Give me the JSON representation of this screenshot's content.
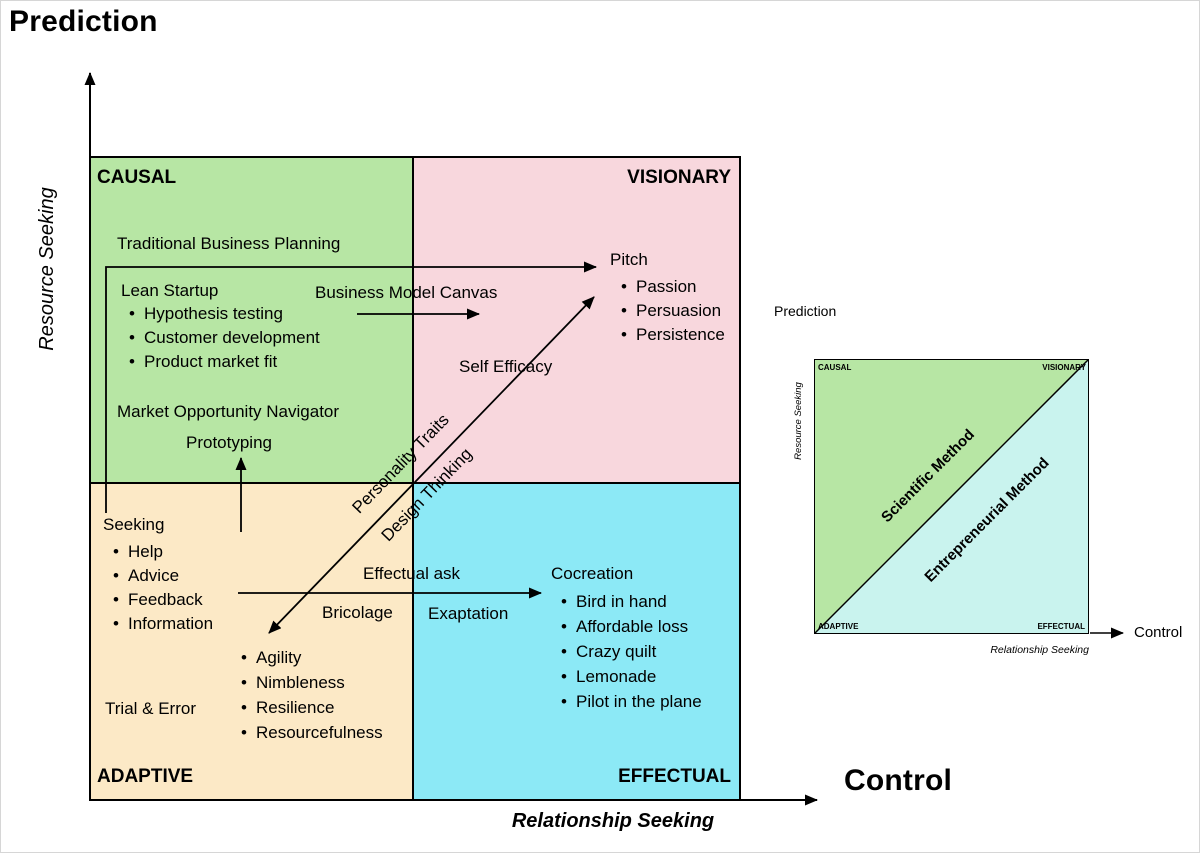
{
  "axes": {
    "prediction": "Prediction",
    "control": "Control",
    "resource_seeking": "Resource Seeking",
    "relationship_seeking": "Relationship Seeking"
  },
  "quadrants": {
    "causal": {
      "label": "CAUSAL",
      "traditional_business_planning": "Traditional Business Planning",
      "lean_startup": {
        "title": "Lean Startup",
        "bullets": [
          "Hypothesis testing",
          "Customer development",
          "Product market fit"
        ]
      },
      "business_model_canvas": "Business Model Canvas",
      "market_opportunity_navigator": "Market Opportunity Navigator",
      "prototyping": "Prototyping"
    },
    "visionary": {
      "label": "VISIONARY",
      "pitch": {
        "title": "Pitch",
        "bullets": [
          "Passion",
          "Persuasion",
          "Persistence"
        ]
      },
      "self_efficacy": "Self Efficacy"
    },
    "adaptive": {
      "label": "ADAPTIVE",
      "seeking": {
        "title": "Seeking",
        "bullets": [
          "Help",
          "Advice",
          "Feedback",
          "Information"
        ]
      },
      "trial_and_error": "Trial & Error",
      "traits_bullets": [
        "Agility",
        "Nimbleness",
        "Resilience",
        "Resourcefulness"
      ],
      "bricolage": "Bricolage"
    },
    "effectual": {
      "label": "EFFECTUAL",
      "effectual_ask": "Effectual ask",
      "exaptation": "Exaptation",
      "cocreation": {
        "title": "Cocreation",
        "bullets": [
          "Bird in hand",
          "Affordable loss",
          "Crazy quilt",
          "Lemonade",
          "Pilot in the plane"
        ]
      }
    }
  },
  "diagonal_labels": {
    "personality_traits": "Personality Traits",
    "design_thinking": "Design Thinking"
  },
  "inset": {
    "prediction": "Prediction",
    "control": "Control",
    "resource_seeking": "Resource Seeking",
    "relationship_seeking": "Relationship Seeking",
    "corners": {
      "causal": "CAUSAL",
      "visionary": "VISIONARY",
      "adaptive": "ADAPTIVE",
      "effectual": "EFFECTUAL"
    },
    "scientific_method": "Scientific Method",
    "entrepreneurial_method": "Entrepreneurial Method"
  },
  "colors": {
    "causal_bg": "#b7e6a4",
    "visionary_bg": "#f8d7dd",
    "adaptive_bg": "#fce9c6",
    "effectual_bg": "#8ce9f6",
    "inset_green": "#b7e6a4",
    "inset_cyan": "#c9f3ee"
  }
}
